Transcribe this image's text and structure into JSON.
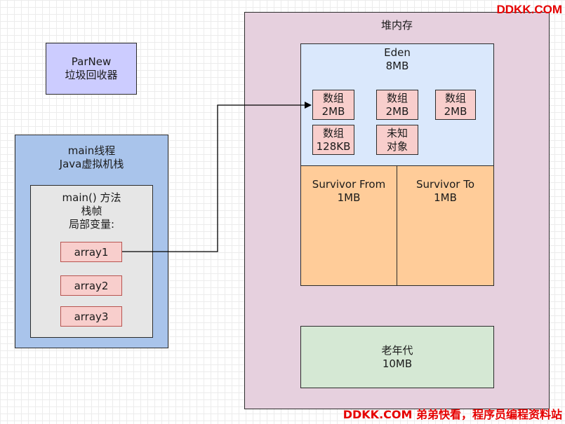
{
  "watermark": {
    "top": "DDKK.COM",
    "bottom": "DDKK.COM 弟弟快看，程序员编程资料站"
  },
  "parnew": {
    "line1": "ParNew",
    "line2": "垃圾回收器"
  },
  "stack": {
    "line1": "main线程",
    "line2": "Java虚拟机栈",
    "frame": {
      "line1": "main() 方法",
      "line2": "栈帧",
      "line3": "局部变量:",
      "vars": [
        "array1",
        "array2",
        "array3"
      ]
    }
  },
  "heap": {
    "title": "堆内存",
    "eden": {
      "name": "Eden",
      "size": "8MB",
      "cells": [
        {
          "line1": "数组",
          "line2": "2MB"
        },
        {
          "line1": "数组",
          "line2": "2MB"
        },
        {
          "line1": "数组",
          "line2": "2MB"
        },
        {
          "line1": "数组",
          "line2": "128KB"
        },
        {
          "line1": "未知",
          "line2": "对象"
        }
      ]
    },
    "survivor_from": {
      "name": "Survivor From",
      "size": "1MB"
    },
    "survivor_to": {
      "name": "Survivor To",
      "size": "1MB"
    },
    "old_gen": {
      "name": "老年代",
      "size": "10MB"
    }
  }
}
